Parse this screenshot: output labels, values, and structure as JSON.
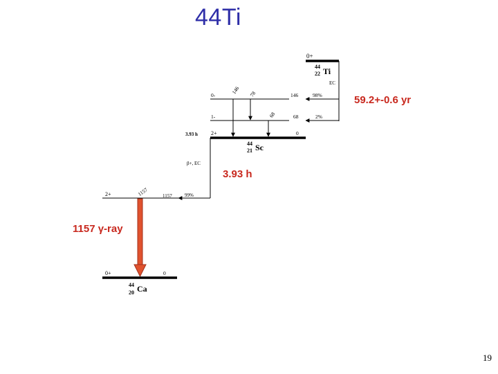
{
  "slide": {
    "title": "44Ti",
    "page_number": "19"
  },
  "annotations": {
    "halflife_ti": "59.2+-0.6 yr",
    "halflife_sc": "3.93 h",
    "gamma_ray": "1157 γ-ray"
  },
  "scheme": {
    "ti": {
      "mass": "44",
      "atomic_number": "22",
      "symbol": "Ti",
      "spin": "0+",
      "decay_mode": "EC"
    },
    "ti_branches": [
      {
        "spin": "0-",
        "energy": "146",
        "percent": "98%"
      },
      {
        "spin": "1-",
        "energy": "68",
        "percent": "2%"
      }
    ],
    "gammas": [
      "146",
      "78",
      "68"
    ],
    "sc": {
      "mass": "44",
      "atomic_number": "21",
      "symbol": "Sc",
      "spin": "2+",
      "energy": "0",
      "halflife": "3.93 h",
      "decay_mode": "β+, EC"
    },
    "sc_branch": {
      "spin": "2+",
      "energy": "1157",
      "percent": "99%"
    },
    "ca_gamma": "1157",
    "ca": {
      "mass": "44",
      "atomic_number": "20",
      "symbol": "Ca",
      "spin": "0+",
      "energy": "0"
    }
  },
  "colors": {
    "title": "#2f2fa8",
    "accent_red": "#c8281e",
    "arrow_fill": "#e0522e",
    "arrow_outline": "#a0301c"
  }
}
